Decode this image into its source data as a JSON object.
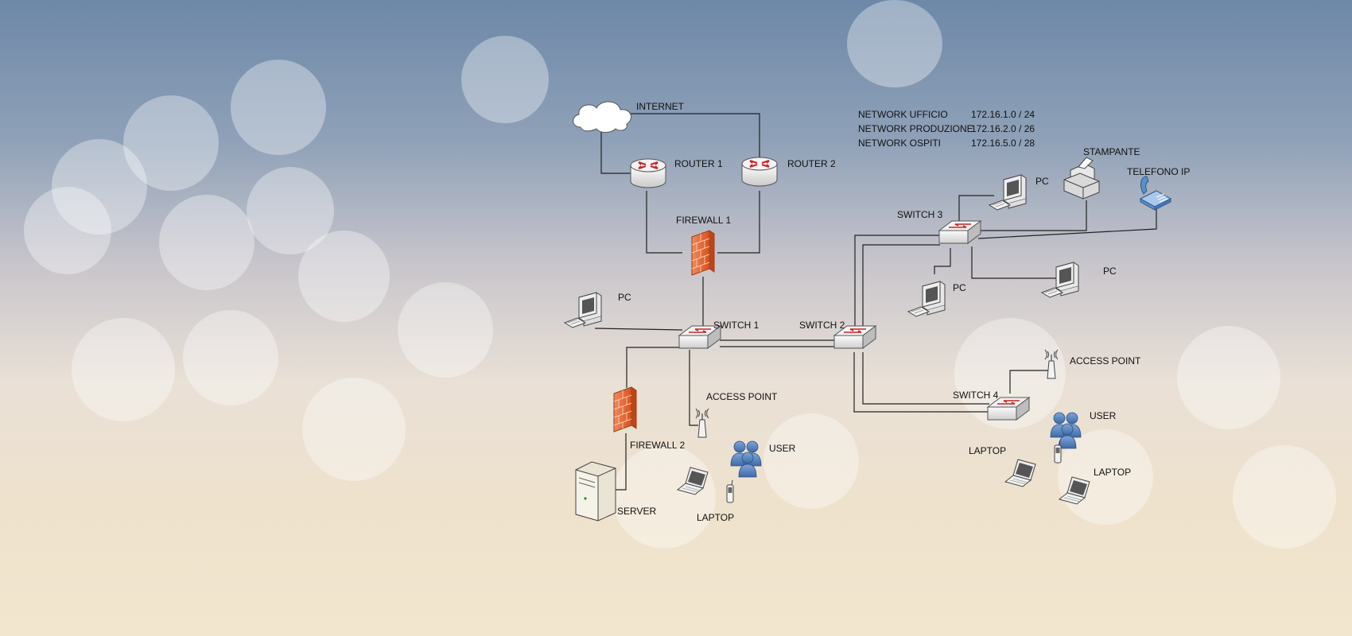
{
  "labels": {
    "internet": "INTERNET",
    "router1": "ROUTER 1",
    "router2": "ROUTER 2",
    "firewall1": "FIREWALL 1",
    "firewall2": "FIREWALL 2",
    "switch1": "SWITCH 1",
    "switch2": "SWITCH 2",
    "switch3": "SWITCH 3",
    "switch4": "SWITCH 4",
    "pc": "PC",
    "server": "SERVER",
    "access_point": "ACCESS POINT",
    "user": "USER",
    "laptop": "LAPTOP",
    "stampante": "STAMPANTE",
    "telefono_ip": "TELEFONO IP"
  },
  "networks": [
    {
      "name": "NETWORK UFFICIO",
      "address": "172.16.1.0 / 24"
    },
    {
      "name": "NETWORK PRODUZIONE",
      "address": "172.16.2.0 / 26"
    },
    {
      "name": "NETWORK OSPITI",
      "address": "172.16.5.0 / 28"
    }
  ],
  "colors": {
    "firewall": "#e8633a",
    "router_arrows": "#cc2222",
    "user": "#4a7ab8",
    "phone": "#5a8fc8"
  }
}
